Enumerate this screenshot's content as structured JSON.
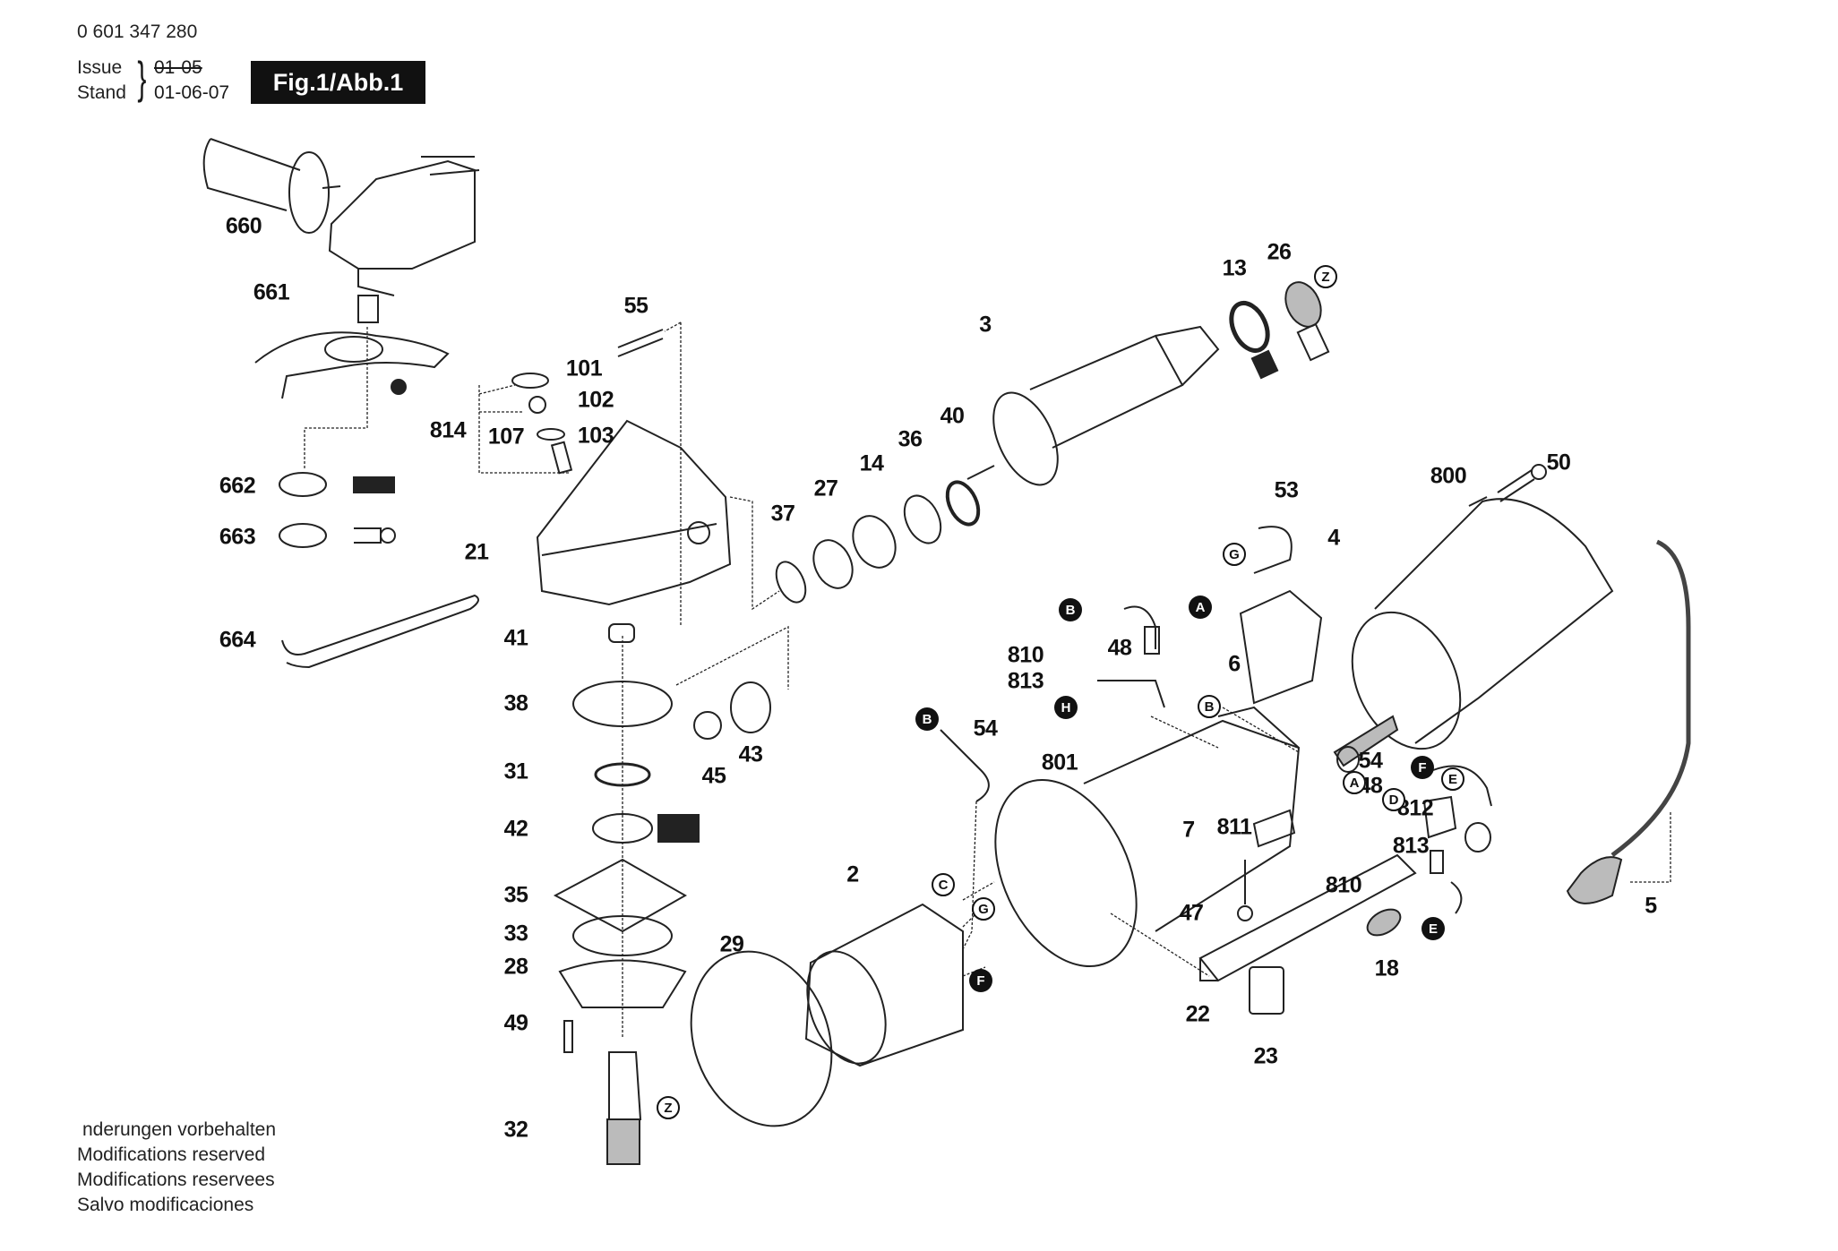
{
  "header": {
    "part_number": "0 601 347 280",
    "issue_label": "Issue",
    "stand_label": "Stand",
    "old_date": "01-05",
    "current_date": "01-06-07",
    "figure_title": "Fig.1/Abb.1"
  },
  "footer": {
    "lines": [
      "nderungen vorbehalten",
      "Modifications reserved",
      "Modifications reservees",
      "Salvo modificaciones"
    ]
  },
  "part_labels": [
    {
      "id": "660",
      "text": "660"
    },
    {
      "id": "661",
      "text": "661"
    },
    {
      "id": "662",
      "text": "662"
    },
    {
      "id": "663",
      "text": "663"
    },
    {
      "id": "664",
      "text": "664"
    },
    {
      "id": "55",
      "text": "55"
    },
    {
      "id": "101",
      "text": "101"
    },
    {
      "id": "102",
      "text": "102"
    },
    {
      "id": "814",
      "text": "814"
    },
    {
      "id": "107",
      "text": "107"
    },
    {
      "id": "103",
      "text": "103"
    },
    {
      "id": "21",
      "text": "21"
    },
    {
      "id": "41",
      "text": "41"
    },
    {
      "id": "38",
      "text": "38"
    },
    {
      "id": "31",
      "text": "31"
    },
    {
      "id": "42",
      "text": "42"
    },
    {
      "id": "35",
      "text": "35"
    },
    {
      "id": "33",
      "text": "33"
    },
    {
      "id": "28",
      "text": "28"
    },
    {
      "id": "49",
      "text": "49"
    },
    {
      "id": "32",
      "text": "32"
    },
    {
      "id": "37",
      "text": "37"
    },
    {
      "id": "27",
      "text": "27"
    },
    {
      "id": "14",
      "text": "14"
    },
    {
      "id": "36",
      "text": "36"
    },
    {
      "id": "40",
      "text": "40"
    },
    {
      "id": "45",
      "text": "45"
    },
    {
      "id": "43",
      "text": "43"
    },
    {
      "id": "3",
      "text": "3"
    },
    {
      "id": "13",
      "text": "13"
    },
    {
      "id": "26",
      "text": "26"
    },
    {
      "id": "53",
      "text": "53"
    },
    {
      "id": "4",
      "text": "4"
    },
    {
      "id": "800",
      "text": "800"
    },
    {
      "id": "50",
      "text": "50"
    },
    {
      "id": "810a",
      "text": "810"
    },
    {
      "id": "813a",
      "text": "813"
    },
    {
      "id": "48a",
      "text": "48"
    },
    {
      "id": "6",
      "text": "6"
    },
    {
      "id": "54a",
      "text": "54"
    },
    {
      "id": "801",
      "text": "801"
    },
    {
      "id": "54b",
      "text": "54"
    },
    {
      "id": "48b",
      "text": "48"
    },
    {
      "id": "812",
      "text": "812"
    },
    {
      "id": "811",
      "text": "811"
    },
    {
      "id": "813b",
      "text": "813"
    },
    {
      "id": "7",
      "text": "7"
    },
    {
      "id": "810b",
      "text": "810"
    },
    {
      "id": "5",
      "text": "5"
    },
    {
      "id": "47",
      "text": "47"
    },
    {
      "id": "18",
      "text": "18"
    },
    {
      "id": "2",
      "text": "2"
    },
    {
      "id": "29",
      "text": "29"
    },
    {
      "id": "22",
      "text": "22"
    },
    {
      "id": "23",
      "text": "23"
    }
  ],
  "connectors": [
    {
      "id": "z1",
      "letter": "Z",
      "style": "light"
    },
    {
      "id": "g1",
      "letter": "G",
      "style": "light"
    },
    {
      "id": "a1",
      "letter": "A",
      "style": "dark"
    },
    {
      "id": "b1",
      "letter": "B",
      "style": "dark"
    },
    {
      "id": "h1",
      "letter": "H",
      "style": "dark"
    },
    {
      "id": "b2",
      "letter": "B",
      "style": "light"
    },
    {
      "id": "b3",
      "letter": "B",
      "style": "dark"
    },
    {
      "id": "a2",
      "letter": "A",
      "style": "light"
    },
    {
      "id": "f1",
      "letter": "F",
      "style": "dark"
    },
    {
      "id": "e1",
      "letter": "E",
      "style": "light"
    },
    {
      "id": "d1",
      "letter": "D",
      "style": "light"
    },
    {
      "id": "e2",
      "letter": "E",
      "style": "dark"
    },
    {
      "id": "c1",
      "letter": "C",
      "style": "light"
    },
    {
      "id": "g2",
      "letter": "G",
      "style": "light"
    },
    {
      "id": "f2",
      "letter": "F",
      "style": "dark"
    },
    {
      "id": "z2",
      "letter": "Z",
      "style": "light"
    }
  ]
}
